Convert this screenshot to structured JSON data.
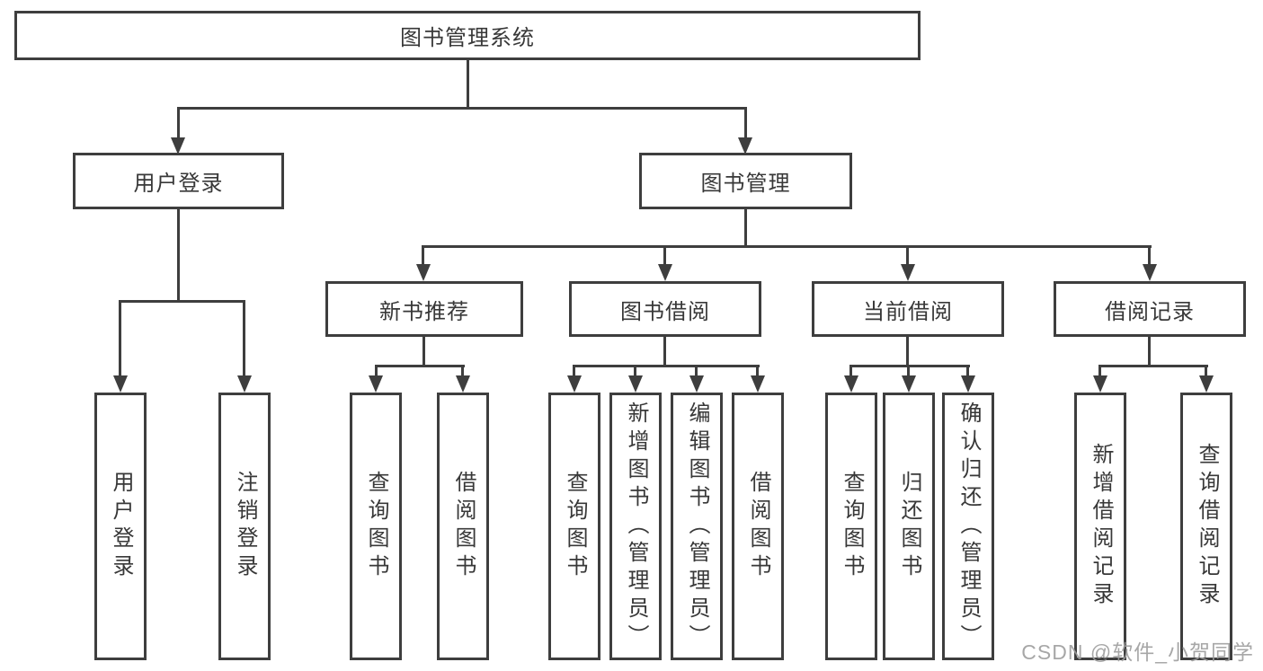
{
  "diagram": {
    "root": {
      "label": "图书管理系统"
    },
    "level2": {
      "user_login": {
        "label": "用户登录"
      },
      "book_management": {
        "label": "图书管理"
      }
    },
    "level3": {
      "new_book_recommend": {
        "label": "新书推荐"
      },
      "book_borrow": {
        "label": "图书借阅"
      },
      "current_borrow": {
        "label": "当前借阅"
      },
      "borrow_records": {
        "label": "借阅记录"
      }
    },
    "leaves": {
      "user_login": {
        "login": {
          "label": "用户登录"
        },
        "logout": {
          "label": "注销登录"
        }
      },
      "new_book_recommend": {
        "query_books": {
          "label": "查询图书"
        },
        "borrow_books": {
          "label": "借阅图书"
        }
      },
      "book_borrow": {
        "query_books": {
          "label": "查询图书"
        },
        "add_books_admin": {
          "label": "新增图书（管理员）"
        },
        "edit_books_admin": {
          "label": "编辑图书（管理员）"
        },
        "borrow_books": {
          "label": "借阅图书"
        }
      },
      "current_borrow": {
        "query_books": {
          "label": "查询图书"
        },
        "return_books": {
          "label": "归还图书"
        },
        "confirm_return_admin": {
          "label": "确认归还（管理员）"
        }
      },
      "borrow_records": {
        "add_record": {
          "label": "新增借阅记录"
        },
        "query_record": {
          "label": "查询借阅记录"
        }
      }
    },
    "watermark": "CSDN @软件_小贺同学",
    "colors": {
      "line": "#3e3e3e",
      "text": "#383838",
      "watermark": "#9e9e9e",
      "background": "#ffffff"
    }
  }
}
